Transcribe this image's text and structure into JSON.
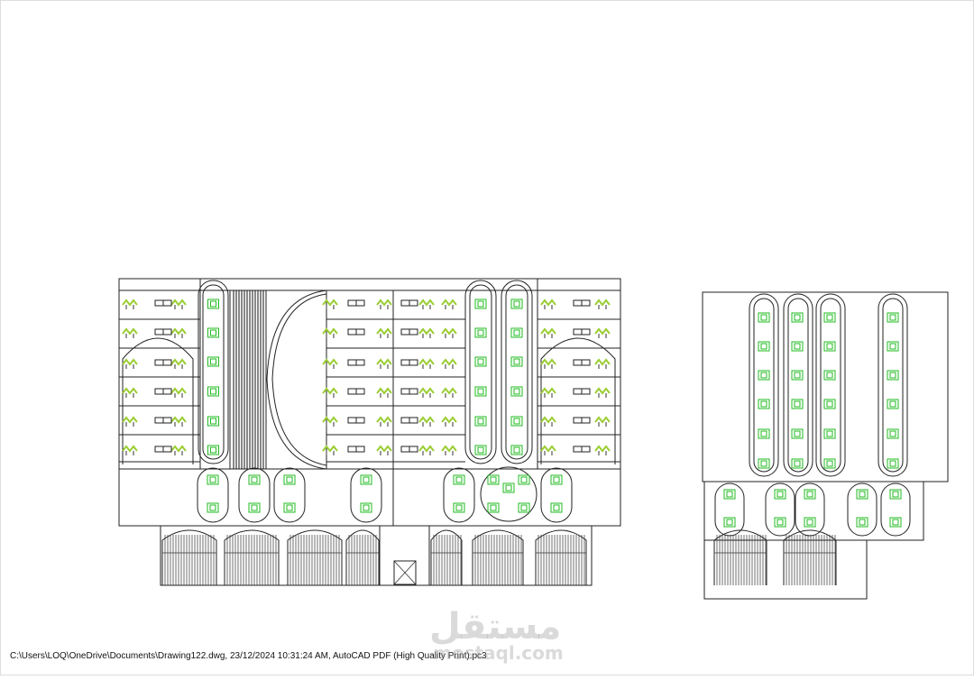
{
  "footer": {
    "plot_stamp": "C:\\Users\\LOQ\\OneDrive\\Documents\\Drawing122.dwg, 23/12/2024 10:31:24 AM, AutoCAD PDF (High Quality Print).pc3"
  },
  "watermark": {
    "arabic": "مستقل",
    "latin": "mostaql.com"
  },
  "colors": {
    "line": "#222222",
    "window_green": "#22bb22",
    "plant_green": "#9acd32",
    "background": "#ffffff"
  },
  "icons": [
    "window-icon",
    "planter-icon",
    "gate-icon"
  ]
}
